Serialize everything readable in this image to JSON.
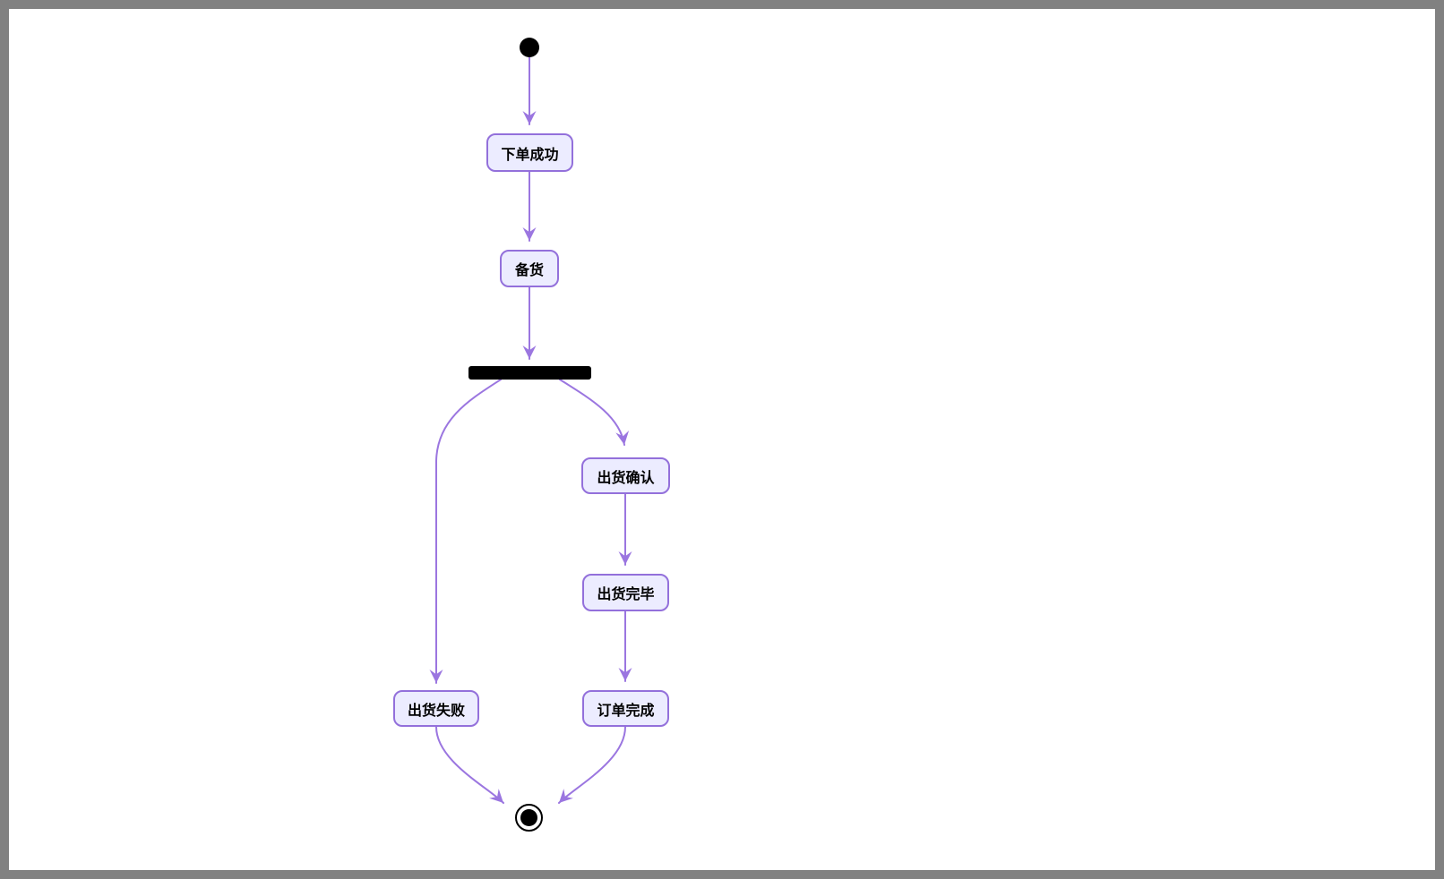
{
  "diagram": {
    "kind": "state-activity-flow",
    "direction": "top-to-bottom",
    "start_marker": "initial-state-dot",
    "end_marker": "final-state-dot",
    "states": {
      "order_placed": "下单成功",
      "stock_prepare": "备货",
      "ship_confirm": "出货确认",
      "ship_complete": "出货完毕",
      "ship_failed": "出货失败",
      "order_complete": "订单完成"
    },
    "transitions": [
      {
        "from": "start",
        "to": "order_placed"
      },
      {
        "from": "order_placed",
        "to": "stock_prepare"
      },
      {
        "from": "stock_prepare",
        "to": "fork"
      },
      {
        "from": "fork",
        "to": "ship_confirm"
      },
      {
        "from": "fork",
        "to": "ship_failed"
      },
      {
        "from": "ship_confirm",
        "to": "ship_complete"
      },
      {
        "from": "ship_complete",
        "to": "order_complete"
      },
      {
        "from": "ship_failed",
        "to": "end"
      },
      {
        "from": "order_complete",
        "to": "end"
      }
    ],
    "colors": {
      "state_fill": "#ECECFF",
      "state_border": "#9370DB",
      "transition": "#9B76E0",
      "fork_bar": "#000000",
      "marker": "#000000",
      "frame_bg": "#818181",
      "canvas_bg": "#FFFFFF"
    }
  }
}
